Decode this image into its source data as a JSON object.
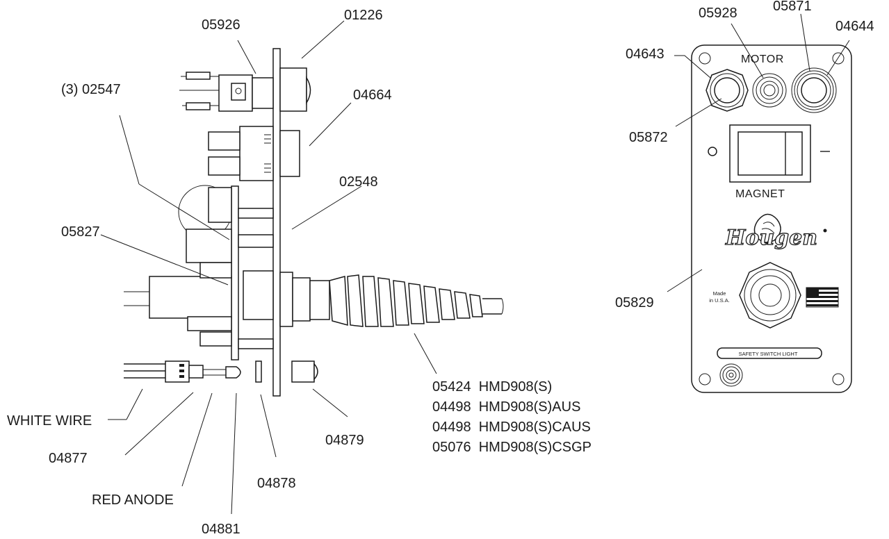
{
  "callouts": {
    "p01226": "01226",
    "p05926": "05926",
    "p02547": "(3) 02547",
    "p04664": "04664",
    "p02548": "02548",
    "p05827": "05827",
    "white_wire": "WHITE WIRE",
    "p04877": "04877",
    "red_anode": "RED ANODE",
    "p04881": "04881",
    "p04878": "04878",
    "p04879": "04879",
    "p05928": "05928",
    "p05871": "05871",
    "p04644": "04644",
    "p04643": "04643",
    "p05872": "05872",
    "p05829": "05829"
  },
  "cord_options": [
    "05424  HMD908(S)",
    "04498  HMD908(S)AUS",
    "04498  HMD908(S)CAUS",
    "05076  HMD908(S)CSGP"
  ],
  "panel": {
    "motor_label": "MOTOR",
    "magnet_label": "MAGNET",
    "brand": "Hougen",
    "made_in_line1": "Made",
    "made_in_line2": "in U.S.A.",
    "safety_label": "SAFETY SWITCH LIGHT"
  }
}
